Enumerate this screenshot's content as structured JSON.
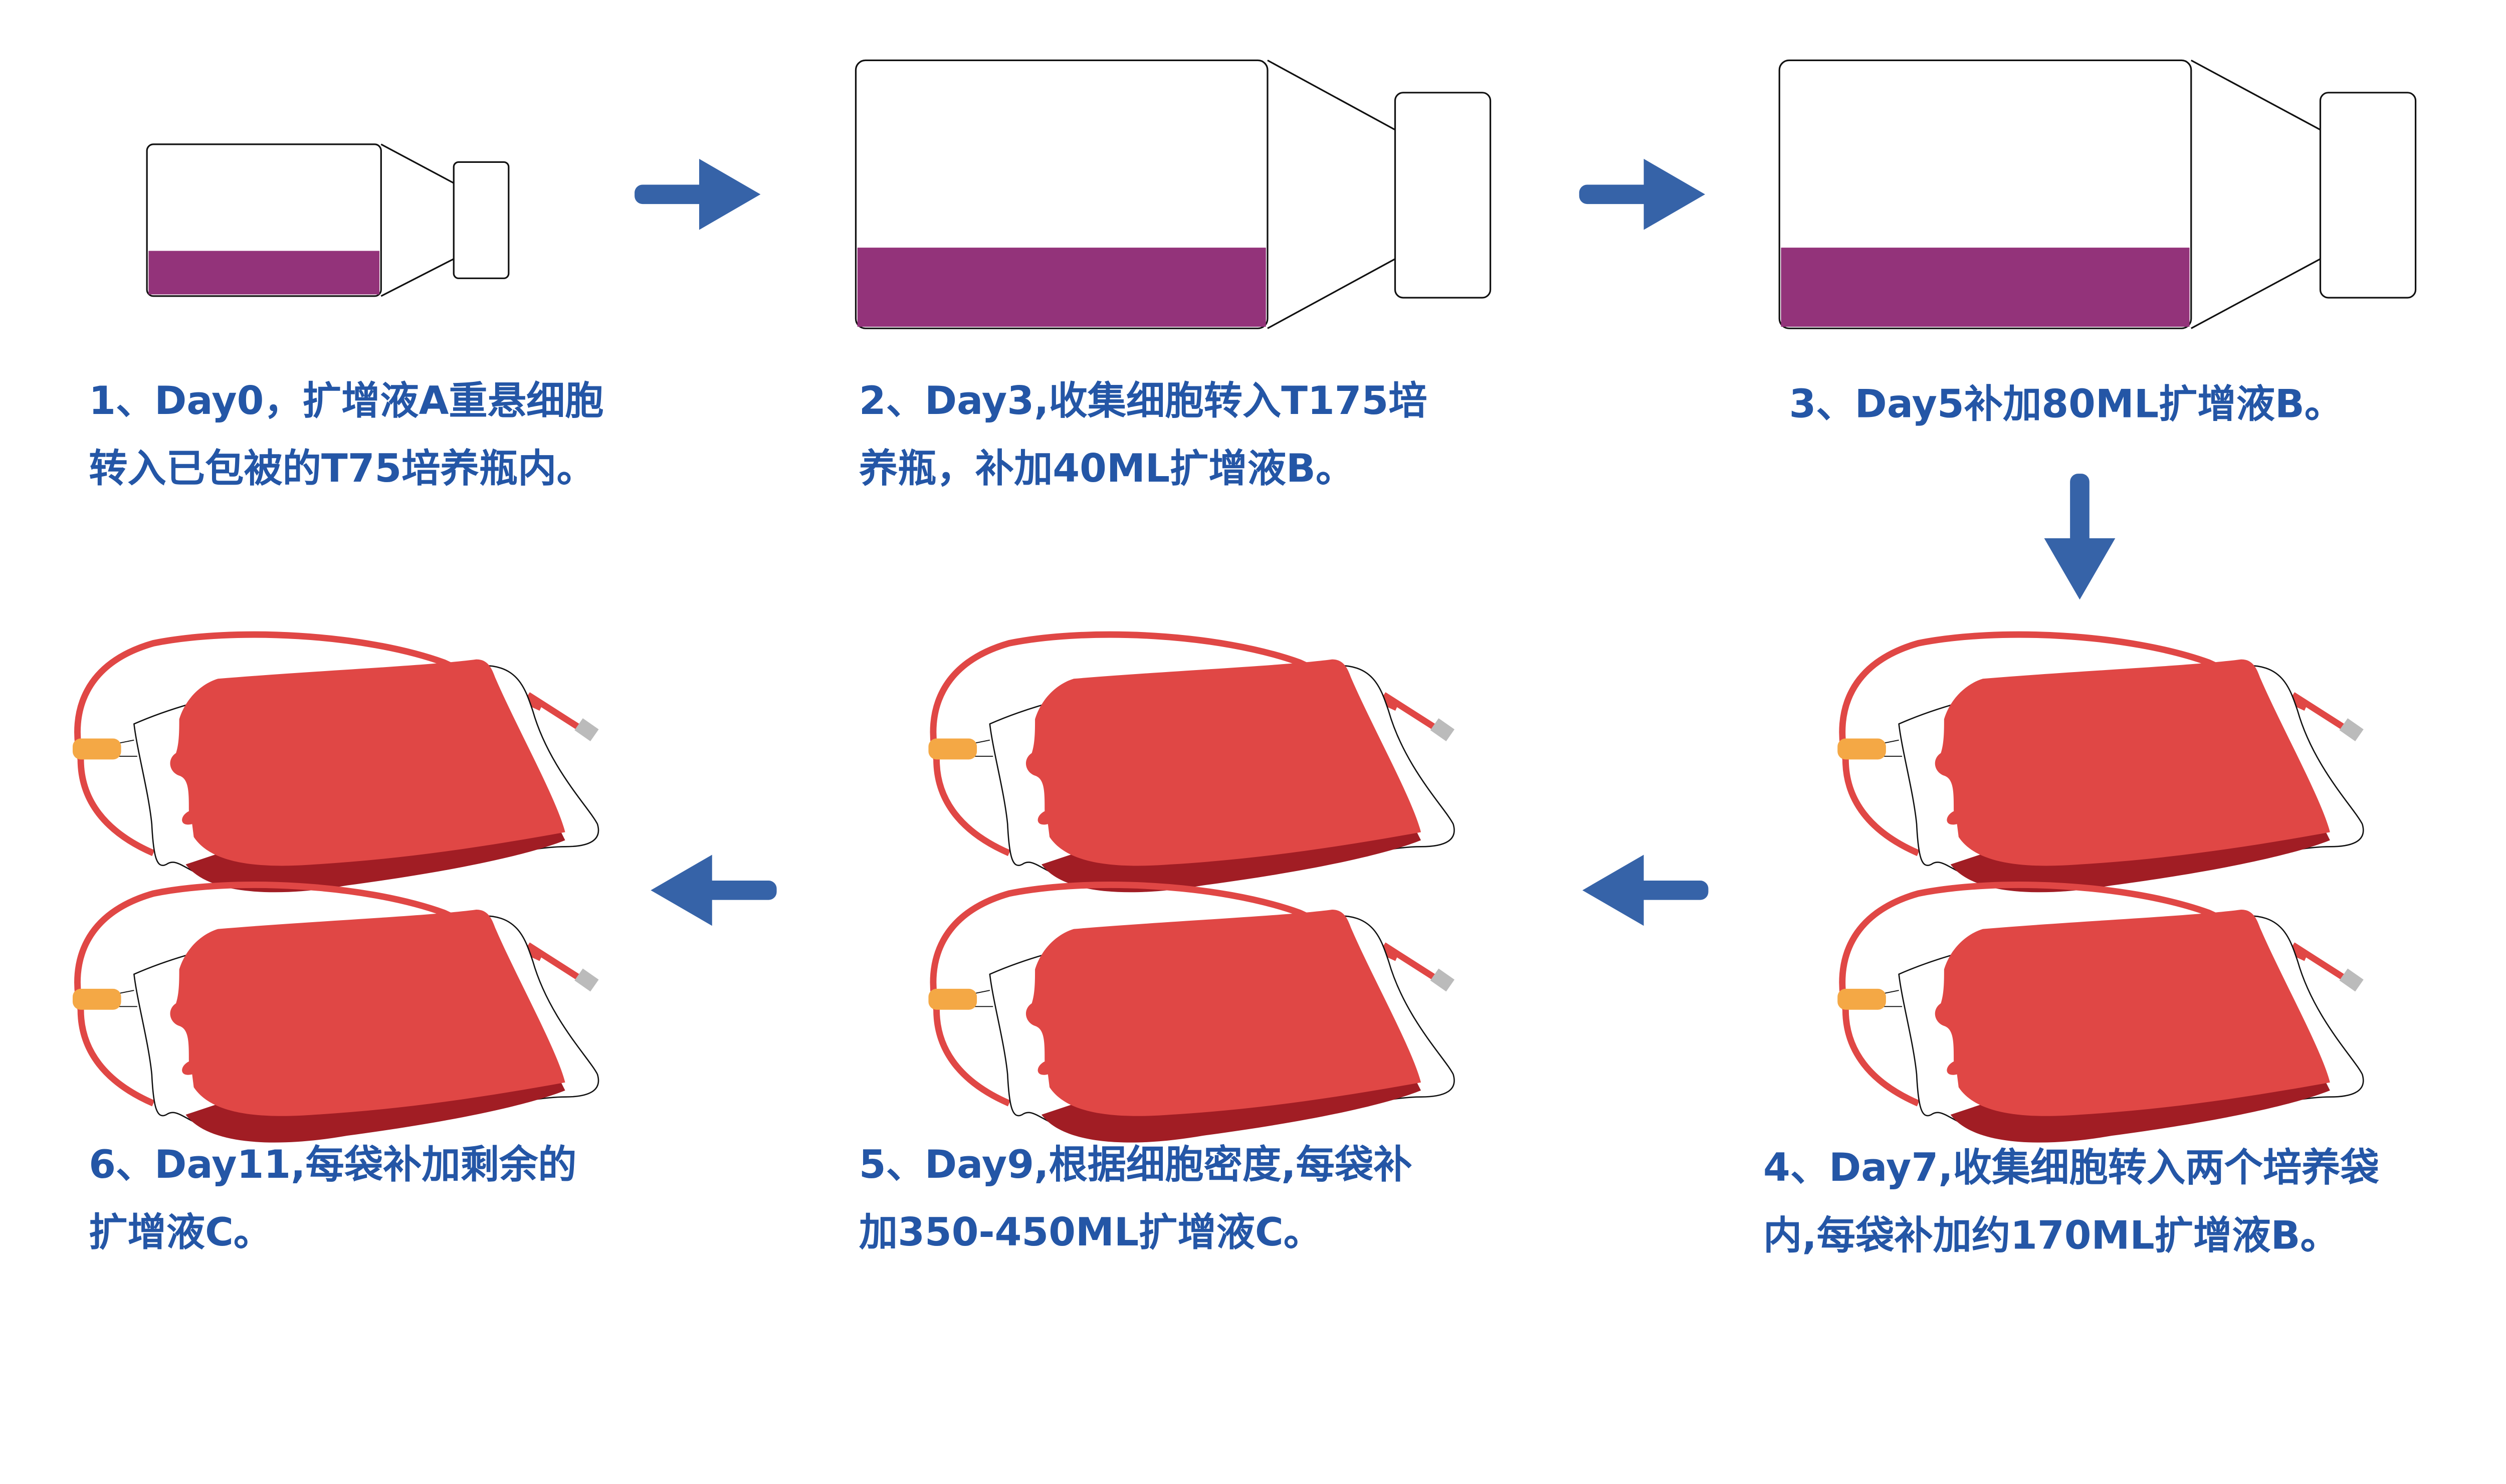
{
  "colors": {
    "text": "#2456a6",
    "arrow": "#3663a8",
    "medium": "#93337a",
    "bag_fill": "#e04745",
    "bag_dark": "#a11d24",
    "tube": "#e04745",
    "connector": "#f4a845",
    "cap": "#bbbbbb"
  },
  "steps": [
    {
      "lines": [
        "1、Day0，扩增液A重悬细胞",
        "转入已包被的T75培养瓶内。"
      ]
    },
    {
      "lines": [
        "2、Day3,收集细胞转入T175培",
        "养瓶，补加40ML扩增液B。"
      ]
    },
    {
      "lines": [
        "3、Day5补加80ML扩增液B。"
      ]
    },
    {
      "lines": [
        "4、Day7,收集细胞转入两个培养袋",
        "内,每袋补加约170ML扩增液B。"
      ]
    },
    {
      "lines": [
        "5、Day9,根据细胞密度,每袋补",
        "加350-450ML扩增液C。"
      ]
    },
    {
      "lines": [
        "6、Day11,每袋补加剩余的",
        "扩增液C。"
      ]
    }
  ]
}
